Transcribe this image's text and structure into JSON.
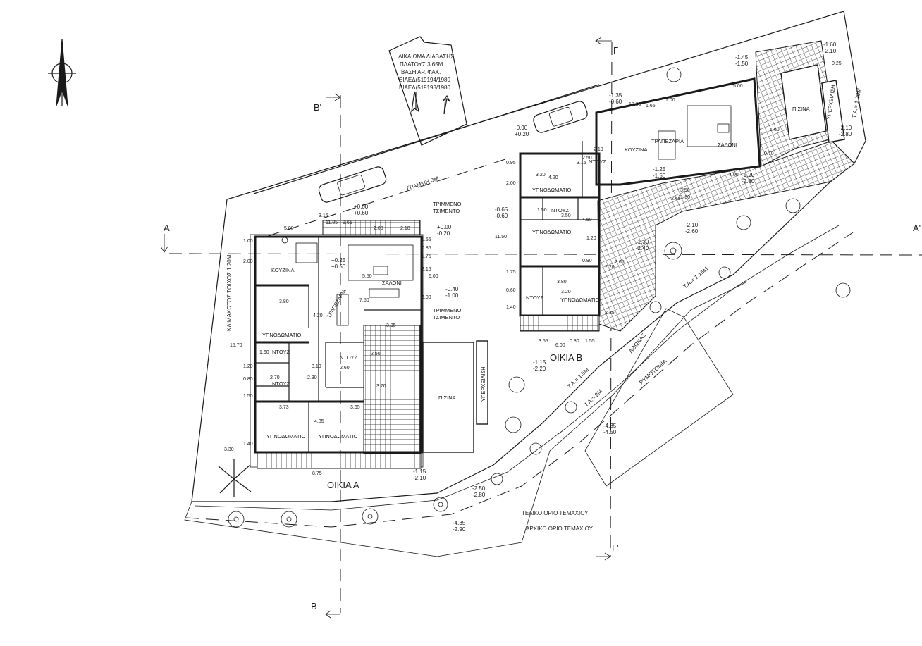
{
  "houses": {
    "a": "ΟΙΚΙΑ Α",
    "b": "ΟΙΚΙΑ Β"
  },
  "easement": {
    "line1": "ΔΙΚΑΙΩΜΑ ΔΙΑΒΑΣΗΣ",
    "line2": "ΠΛΑΤΟΥΣ 3.65Μ",
    "line3": "ΒΑΣΗ ΑΡ. ΦΑΚ.",
    "line4": "ΕΙΑΕΔ(519194/1980",
    "line5": "ΕΙΑΕΔ(519193/1980"
  },
  "lines": {
    "grammi": "ΓΡΑΜΜΗ 3Μ",
    "teliko": "ΤΕΛΙΚΟ ΟΡΙΟ ΤΕΜΑΧΙΟΥ",
    "arxiko": "ΑΡΧΙΚΟ ΟΡΙΟ ΤΕΜΑΧΙΟΥ",
    "athonas": "ΑΘΩΝΑΣ",
    "rymotomia": "ΡΥΜΟΤΟΜΙΑ",
    "wall_left": "ΚΛΙΜΑΚΩΤΟΣ ΤΟΙΧΟΣ 1.20Μ",
    "ta_15": "Τ.Α.= 1.5Μ",
    "ta_2": "Τ.Α.= 2Μ",
    "ta_115": "Τ.Α.= 1.15Μ",
    "ta_12": "Τ.Α.= 1.20Μ"
  },
  "sections": {
    "a_left": "Α",
    "a_right": "Α'",
    "b_top": "Β'",
    "b_bottom": "Β",
    "g_top": "Γ",
    "g_bottom": "Γ'"
  },
  "house_a_rooms": {
    "kitchen": "ΚΟΥΖΙΝΑ",
    "living": "ΣΑΛΟΝΙ",
    "dining": "ΤΡΑΠΕΖΑΡΙΑ",
    "bed1": "ΥΠΝΟΔΩΜΑΤΙΟ",
    "bed2": "ΥΠΝΟΔΩΜΑΤΙΟ",
    "bed3": "ΥΠΝΟΔΩΜΑΤΙΟ",
    "shower1": "ΝΤΟΥΖ",
    "shower2": "ΝΤΟΥΖ",
    "shower3": "ΝΤΟΥΖ",
    "pool": "ΠΙΣΙΝΑ",
    "overflow": "ΥΠΕΡΧΕΙΛΙΣΗ",
    "cement1a": "ΤΡΙΜΜΕΝΟ",
    "cement1b": "ΤΣΙΜΕΝΤΟ",
    "cement2a": "ΤΡΙΜΜΕΝΟ",
    "cement2b": "ΤΣΙΜΕΝΤΟ"
  },
  "house_b_rooms": {
    "kitchen": "ΚΟΥΖΙΝΑ",
    "dining": "ΤΡΑΠΕΖΑΡΙΑ",
    "living": "ΣΑΛΟΝΙ",
    "bed1": "ΥΠΝΟΔΩΜΑΤΙΟ",
    "bed2": "ΥΠΝΟΔΩΜΑΤΙΟ",
    "bed3": "ΥΠΝΟΔΩΜΑΤΙΟ",
    "shower1": "ΝΤΟΥΖ",
    "shower2": "ΝΤΟΥΖ",
    "shower3": "ΝΤΟΥΖ",
    "pool": "ΠΙΣΙΝΑ",
    "overflow": "ΥΠΕΡΧΕΙΛΙΣΗ"
  },
  "levels": {
    "l1a": "+0.00",
    "l1b": "+0.60",
    "l2a": "+0.00",
    "l2b": "-0.20",
    "l3a": "+0.25",
    "l3b": "+0.50",
    "l4a": "-0.40",
    "l4b": "-1.00",
    "l5a": "-1.15",
    "l5b": "-2.10",
    "l6a": "-1.15",
    "l6b": "-2.20",
    "l7a": "-2.50",
    "l7b": "-2.80",
    "l8a": "-4.35",
    "l8b": "-2.90",
    "l9a": "-4.35",
    "l9b": "-4.50",
    "l10a": "-0.90",
    "l10b": "+0.20",
    "l11a": "-1.35",
    "l11b": "-0.60",
    "l12a": "-1.45",
    "l12b": "-1.50",
    "l13a": "-1.60",
    "l13b": "-2.10",
    "l14a": "-2.10",
    "l14b": "-2.80",
    "l15a": "-1.20",
    "l15b": "-2.60",
    "l16a": "-1.25",
    "l16b": "-1.50",
    "l17a": "-0.65",
    "l17b": "-0.60",
    "l18a": "-2.10",
    "l18b": "-2.60",
    "l19a": "-1.30",
    "l19b": "-2.40"
  },
  "dims_a": {
    "d500": "5.00",
    "d315": "3.15",
    "d865": "8.65",
    "d1185": "11.85",
    "d200a": "2.00",
    "d210": "2.10",
    "d155": "1.55",
    "d085": "0.85",
    "d175": "1.75",
    "d215": "2.15",
    "d600": "6.00",
    "d550": "5.50",
    "d750": "7.50",
    "d300": "3.00",
    "d380": "3.80",
    "d420": "4.20",
    "d365": "3.65",
    "d875": "8.75",
    "d1570": "15.70",
    "d330": "3.30",
    "d200b": "2.00",
    "d100": "1.00",
    "d120": "1.20",
    "d080": "0.80",
    "d150": "1.50",
    "d140": "1.40",
    "d373": "3.73",
    "d435": "4.35",
    "d310": "3.10",
    "d260": "2.60",
    "d230": "2.30",
    "d270": "2.70",
    "d160": "1.60",
    "d250": "2.50",
    "d370": "3.70",
    "d395": "3.95"
  },
  "dims_b": {
    "d095": "0.95",
    "d200": "2.00",
    "d1150": "11.50",
    "d175": "1.75",
    "d060": "0.60",
    "d140": "1.40",
    "d355": "3.55",
    "d080": "0.80",
    "d155": "1.55",
    "d600": "6.00",
    "d320": "3.20",
    "d420": "4.20",
    "d150": "1.50",
    "d350": "3.50",
    "d450": "4.50",
    "d120": "1.20",
    "d380": "3.80",
    "d090": "0.90",
    "d315": "3.15",
    "d210": "2.10",
    "d250": "2.50",
    "d320b": "3.20",
    "d1805": "18.05",
    "d165": "1.65",
    "d100": "1.00",
    "d400": "4.00",
    "d265": "2.65",
    "d1160": "11.60",
    "d350b": "3.50",
    "d765": "7.65",
    "d220": "2.20",
    "d235": "2.35",
    "d160": "1.60",
    "d070": "0.70",
    "d500": "5.00",
    "d025": "0.25"
  }
}
